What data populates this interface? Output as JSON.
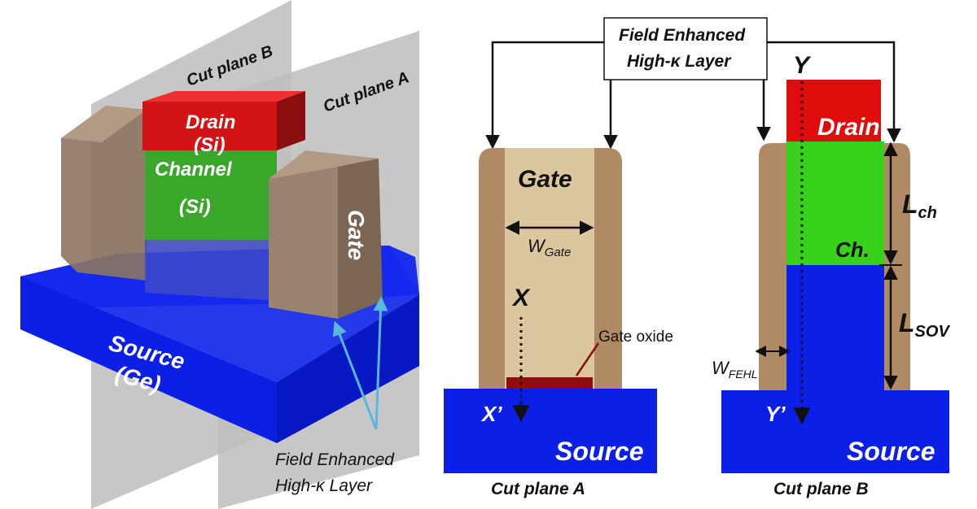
{
  "colors": {
    "source_blue": "#0b1fe6",
    "drain_red": "#e00b0b",
    "channel_green": "#37d11a",
    "high_k_brown": "#b08a64",
    "gate_tan": "#dcc6a0",
    "gate_oxide": "#8b0f0f",
    "cut_plane_gray": "#b9b9b9",
    "arrow_cyan": "#59b7dc"
  },
  "left_3d": {
    "cut_plane_b": "Cut plane B",
    "cut_plane_a": "Cut plane A",
    "drain_line1": "Drain",
    "drain_line2": "(Si)",
    "channel_line1": "Channel",
    "channel_line2": "(Si)",
    "gate": "Gate",
    "source_line1": "Source",
    "source_line2": "(Ge)",
    "fehl_line1": "Field Enhanced",
    "fehl_line2": "High-κ Layer"
  },
  "top_callout": {
    "line1": "Field Enhanced",
    "line2": "High-κ Layer"
  },
  "cut_a": {
    "gate": "Gate",
    "w_gate": "W",
    "w_gate_sub": "Gate",
    "x": "X",
    "x_prime": "X’",
    "gate_oxide": "Gate oxide",
    "source": "Source",
    "caption": "Cut plane A"
  },
  "cut_b": {
    "y": "Y",
    "y_prime": "Y’",
    "drain": "Drain",
    "l_ch": "L",
    "l_ch_sub": "ch",
    "ch": "Ch.",
    "l_sov": "L",
    "l_sov_sub": "SOV",
    "w_fehl": "W",
    "w_fehl_sub": "FEHL",
    "source": "Source",
    "caption": "Cut plane B"
  }
}
